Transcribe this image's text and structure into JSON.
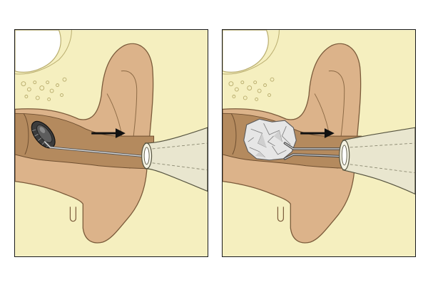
{
  "figure": {
    "panels": [
      {
        "id": "left",
        "depicts": "foreign-body-button-battery",
        "instrument": "right-angle-hook",
        "colors": {
          "bone": "#f5efbf",
          "skin": "#dcb38a",
          "canal": "#b48a5e",
          "object": "#4a4a4a",
          "speculum": "#e9e6cf"
        }
      },
      {
        "id": "right",
        "depicts": "foreign-body-crumpled-paper",
        "instrument": "alligator-forceps",
        "colors": {
          "bone": "#f5efbf",
          "skin": "#dcb38a",
          "canal": "#b48a5e",
          "object": "#e6e6e6",
          "speculum": "#e9e6cf"
        }
      }
    ],
    "icons": [
      "arrow-right-icon",
      "speculum-icon",
      "battery-icon",
      "paper-wad-icon",
      "hook-icon",
      "forceps-icon"
    ]
  }
}
